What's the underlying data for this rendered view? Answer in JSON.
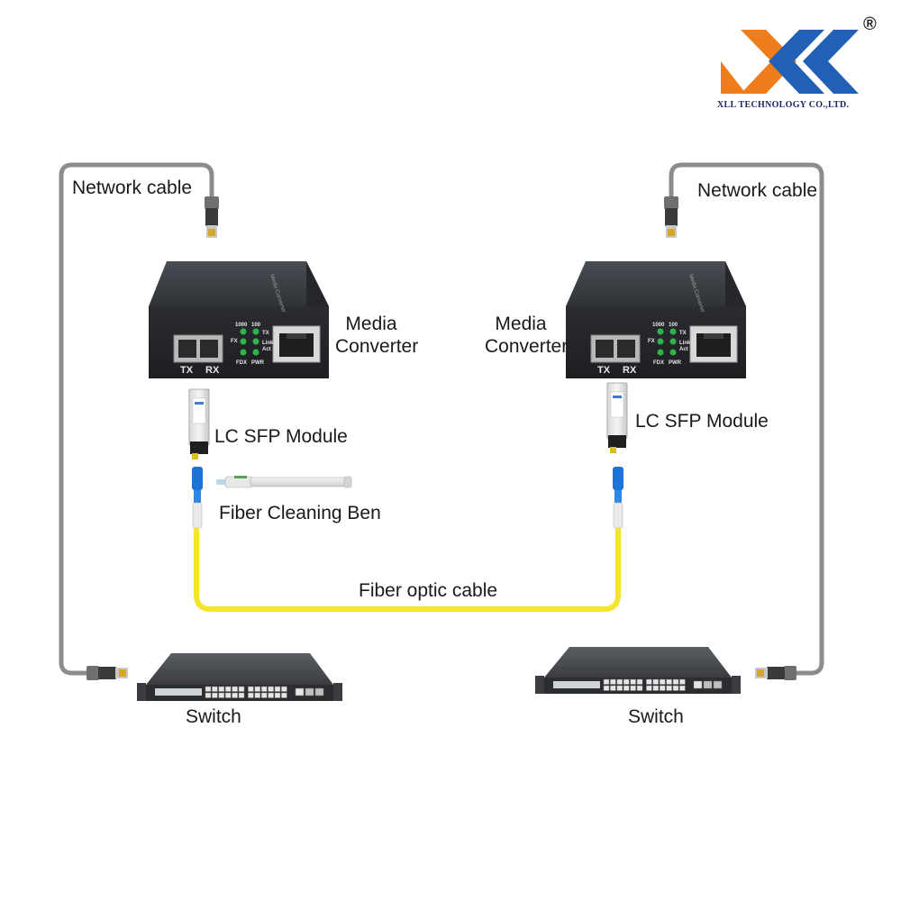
{
  "brand": {
    "company": "XLL TECHNOLOGY CO.,LTD.",
    "registered_mark": "®",
    "logo_colors": {
      "orange": "#f07d1c",
      "blue": "#2160b4"
    }
  },
  "labels": {
    "network_cable_left": "Network cable",
    "network_cable_right": "Network cable",
    "media_converter_left": [
      "Media",
      "Converter"
    ],
    "media_converter_right": [
      "Media",
      "Converter"
    ],
    "sfp_left": "LC SFP Module",
    "sfp_right": "LC SFP Module",
    "cleaning": "Fiber Cleaning Ben",
    "fiber": "Fiber optic cable",
    "switch_left": "Switch",
    "switch_right": "Switch"
  },
  "converter_panel": {
    "leds_top": [
      "1000",
      "100"
    ],
    "led_fx": "FX",
    "led_tx": "TX",
    "led_link": [
      "Link/",
      "Act"
    ],
    "led_fdx": "FDX",
    "led_pwr": "PWR",
    "port_tx": "TX",
    "port_rx": "RX"
  },
  "colors": {
    "network_cable": "#8c8c8c",
    "fiber_cable": "#f5e52a",
    "device_body": "#3a3d42",
    "led": "#2fb34a",
    "connector_blue": "#1e73d6"
  }
}
